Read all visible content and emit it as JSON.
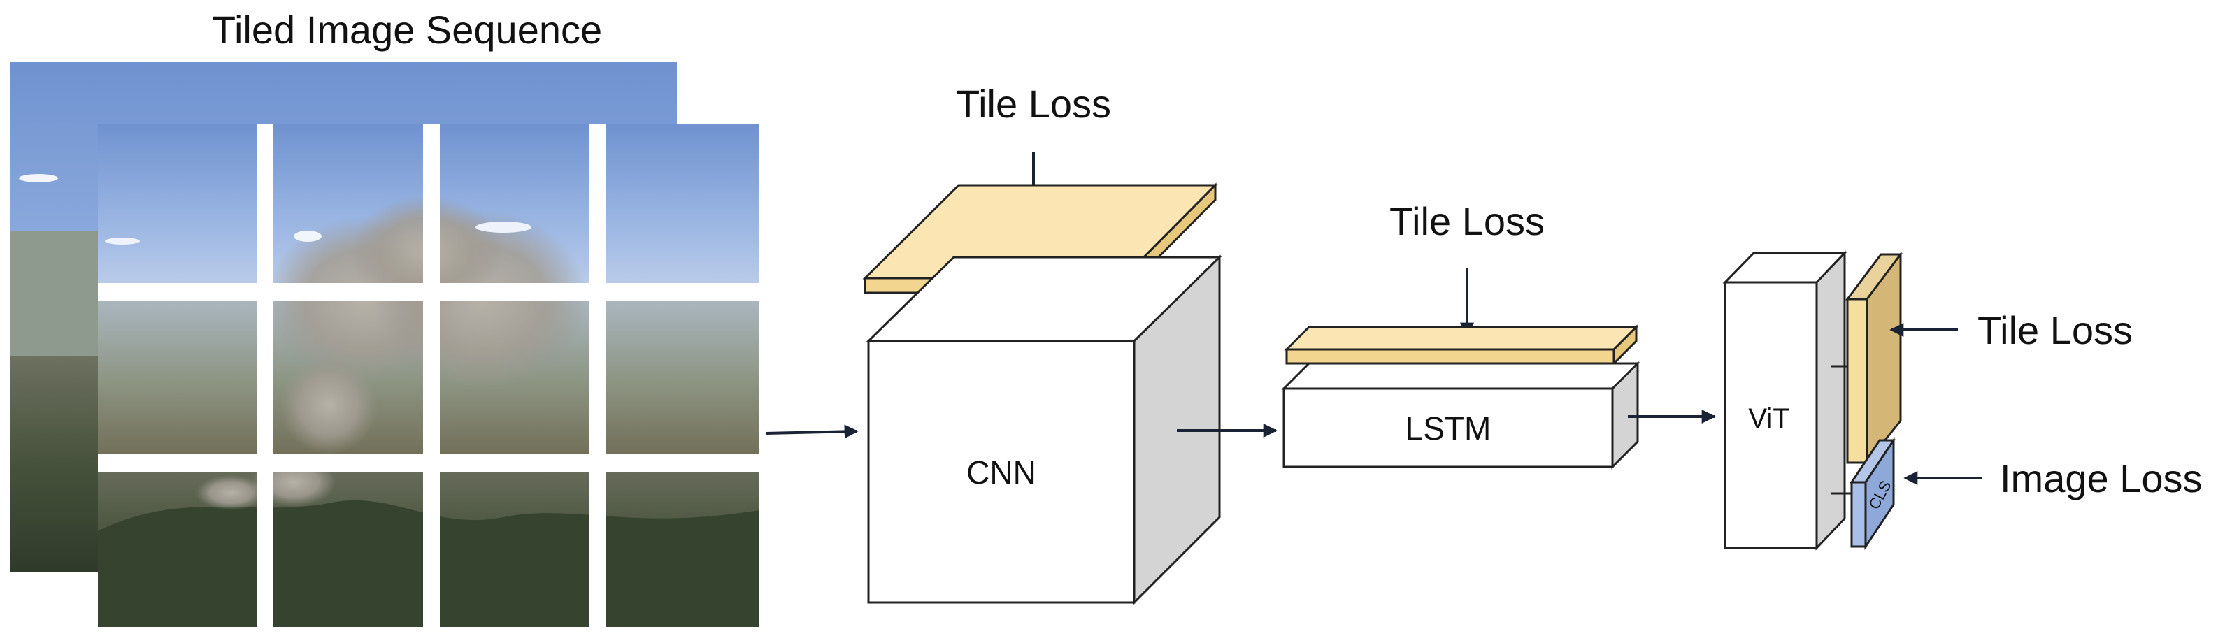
{
  "title": "Tiled Image Sequence",
  "blocks": {
    "cnn": "CNN",
    "lstm": "LSTM",
    "vit": "ViT",
    "cls": "CLS"
  },
  "losses": {
    "cnn_tile_loss": "Tile Loss",
    "lstm_tile_loss": "Tile Loss",
    "vit_tile_loss": "Tile Loss",
    "vit_image_loss": "Image Loss"
  },
  "colors": {
    "loss_plate_fill": "#fbe6b3",
    "loss_plate_side": "#efcf83",
    "vit_tile_plate": "#d4b677",
    "cls_plate": "#8ea9d9",
    "box_side": "#d4d4d4",
    "arrow": "#1a2236",
    "sky": "#7d9fd6"
  }
}
